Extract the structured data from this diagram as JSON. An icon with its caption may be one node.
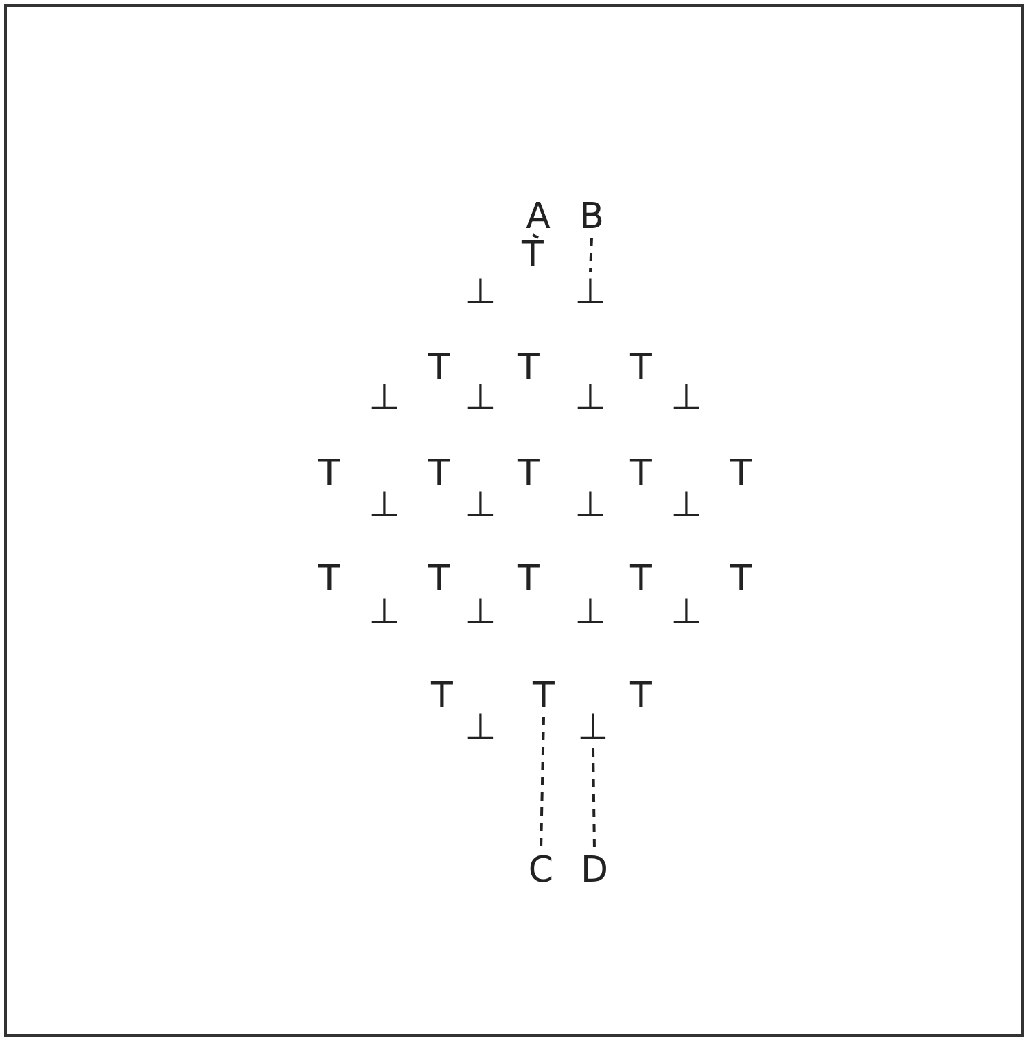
{
  "diagram": {
    "nodes": [
      {
        "text": [
          "A"
        ]
      },
      {
        "text": [
          "B"
        ]
      },
      {
        "text": [
          "T"
        ]
      },
      {
        "text": [
          "⊥"
        ]
      },
      {
        "text": [
          "T"
        ]
      },
      {
        "text": [
          "⊥"
        ]
      },
      {
        "text": [
          "C"
        ]
      },
      {
        "text": [
          "D"
        ]
      }
    ],
    "edges": [
      {
        "from": 0,
        "to": 2,
        "arrow": "none",
        "style": "dashed"
      },
      {
        "from": 1,
        "to": 3,
        "arrow": "none",
        "style": "dashed"
      },
      {
        "from": 4,
        "to": 6,
        "arrow": "none",
        "style": "dashed"
      },
      {
        "from": 5,
        "to": 7,
        "arrow": "none",
        "style": "dashed"
      }
    ],
    "labels": [
      "⊥",
      "T",
      "T",
      "T",
      "⊥",
      "⊥",
      "⊥",
      "⊥",
      "T",
      "T",
      "T",
      "T",
      "T",
      "⊥",
      "⊥",
      "⊥",
      "⊥",
      "T",
      "T",
      "T",
      "T",
      "T",
      "⊥",
      "⊥",
      "⊥",
      "⊥",
      "T",
      "T",
      "⊥"
    ]
  }
}
